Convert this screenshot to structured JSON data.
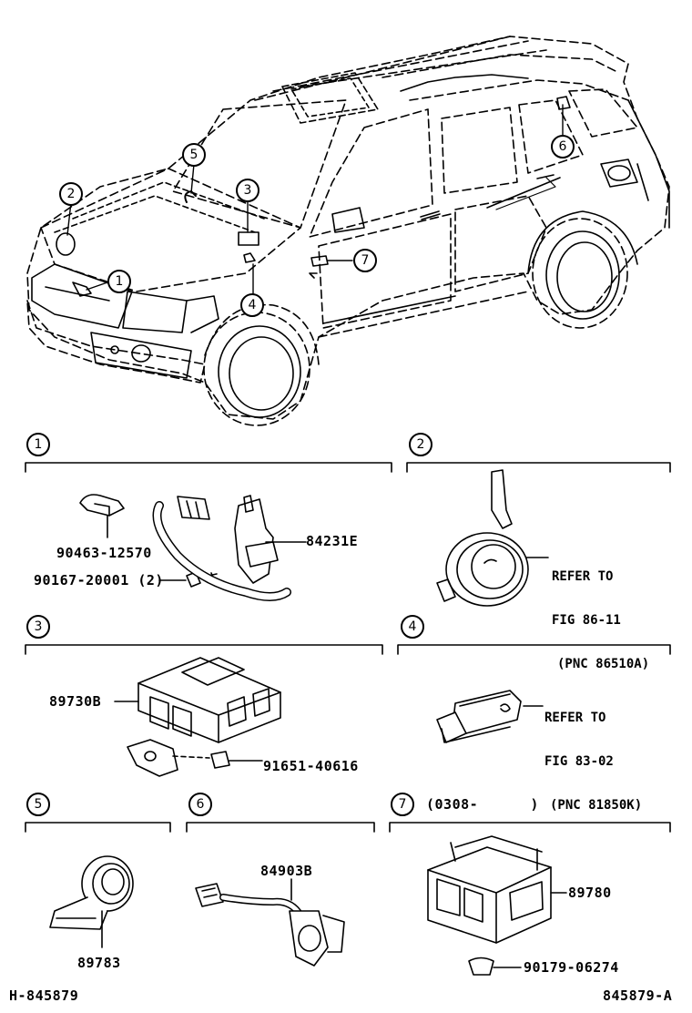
{
  "vehicle_callouts": [
    "1",
    "2",
    "3",
    "4",
    "5",
    "6",
    "7"
  ],
  "sections": [
    {
      "num": "1",
      "parts": [
        "90463-12570",
        "90167-20001 (2)",
        "84231E"
      ]
    },
    {
      "num": "2",
      "refer": [
        "REFER TO",
        "FIG 86-11",
        "(PNC 86510A)"
      ]
    },
    {
      "num": "3",
      "parts": [
        "89730B",
        "91651-40616"
      ]
    },
    {
      "num": "4",
      "refer": [
        "REFER TO",
        "FIG 83-02",
        "(PNC 81850K)"
      ]
    },
    {
      "num": "5",
      "parts": [
        "89783"
      ]
    },
    {
      "num": "6",
      "parts": [
        "84903B"
      ]
    },
    {
      "num": "7",
      "note": "(0308-      )",
      "parts": [
        "89780",
        "90179-06274"
      ]
    }
  ],
  "footer": {
    "left": "H-845879",
    "right": "845879-A"
  },
  "colors": {
    "ink": "#000000",
    "paper": "#ffffff"
  }
}
